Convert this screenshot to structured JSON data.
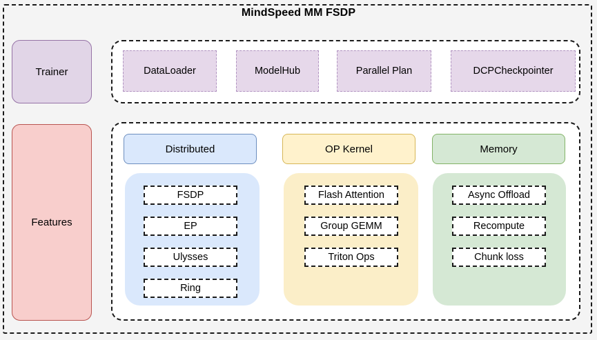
{
  "diagram": {
    "title": "MindSpeed MM FSDP",
    "background_color": "#f4f4f4"
  },
  "side_labels": {
    "trainer": {
      "label": "Trainer",
      "fill": "#e1d5e7",
      "stroke": "#9673a6"
    },
    "features": {
      "label": "Features",
      "fill": "#f8cecc",
      "stroke": "#b85450"
    }
  },
  "trainer_components": [
    {
      "label": "DataLoader",
      "fill": "#e6d8ea",
      "stroke": "#b092c0"
    },
    {
      "label": "ModelHub",
      "fill": "#e6d8ea",
      "stroke": "#b092c0"
    },
    {
      "label": "Parallel Plan",
      "fill": "#e6d8ea",
      "stroke": "#b092c0"
    },
    {
      "label": "DCPCheckpointer",
      "fill": "#e6d8ea",
      "stroke": "#b092c0"
    }
  ],
  "feature_categories": [
    {
      "name": "Distributed",
      "header_fill": "#dae8fc",
      "header_stroke": "#6c8ebf",
      "panel_fill": "#dae8fc",
      "items": [
        "FSDP",
        "EP",
        "Ulysses",
        "Ring"
      ]
    },
    {
      "name": "OP Kernel",
      "header_fill": "#fff2cc",
      "header_stroke": "#d6b656",
      "panel_fill": "#fbeec8",
      "items": [
        "Flash Attention",
        "Group GEMM",
        "Triton Ops"
      ]
    },
    {
      "name": "Memory",
      "header_fill": "#d5e8d4",
      "header_stroke": "#82b366",
      "panel_fill": "#d5e8d4",
      "items": [
        "Async Offload",
        "Recompute",
        "Chunk loss"
      ]
    }
  ],
  "chart_data": {
    "type": "table",
    "title": "MindSpeed MM FSDP",
    "categories": [
      "Trainer",
      "Features"
    ],
    "rows": [
      {
        "group": "Trainer",
        "members": [
          "DataLoader",
          "ModelHub",
          "Parallel Plan",
          "DCPCheckpointer"
        ]
      },
      {
        "group": "Features",
        "subgroups": [
          {
            "name": "Distributed",
            "members": [
              "FSDP",
              "EP",
              "Ulysses",
              "Ring"
            ]
          },
          {
            "name": "OP Kernel",
            "members": [
              "Flash Attention",
              "Group GEMM",
              "Triton Ops"
            ]
          },
          {
            "name": "Memory",
            "members": [
              "Async Offload",
              "Recompute",
              "Chunk loss"
            ]
          }
        ]
      }
    ]
  }
}
